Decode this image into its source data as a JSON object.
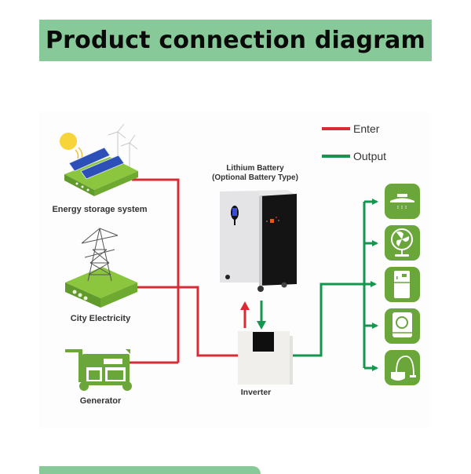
{
  "title": "Product connection diagram",
  "legend": {
    "enter_label": "Enter",
    "output_label": "Output",
    "enter_color": "#d92b35",
    "output_color": "#15964f"
  },
  "sources": [
    {
      "label": "Energy storage system",
      "icon": "solar-wind-icon"
    },
    {
      "label": "City Electricity",
      "icon": "power-tower-icon"
    },
    {
      "label": "Generator",
      "icon": "generator-icon"
    }
  ],
  "battery": {
    "title_line1": "Lithium Battery",
    "title_line2": "(Optional Battery Type)"
  },
  "inverter": {
    "label": "Inverter"
  },
  "appliances": [
    {
      "name": "range-hood",
      "icon": "range-hood-icon"
    },
    {
      "name": "fan",
      "icon": "fan-icon"
    },
    {
      "name": "refrigerator",
      "icon": "refrigerator-icon"
    },
    {
      "name": "washing-machine",
      "icon": "washing-machine-icon"
    },
    {
      "name": "vacuum-cleaner",
      "icon": "vacuum-cleaner-icon"
    }
  ],
  "colors": {
    "banner": "#88c999",
    "appliance_green": "#6aa63a",
    "platform_green": "#7dbb3c"
  }
}
